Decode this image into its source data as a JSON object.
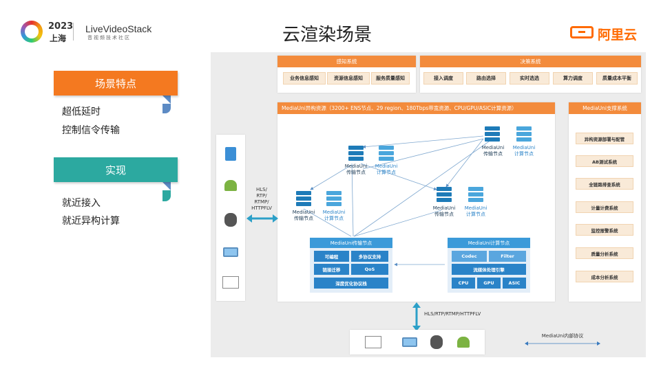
{
  "header": {
    "event_year": "2023",
    "event_city": "上海",
    "brand": "LiveVideoStack",
    "brand_sub": "音视频技术社区",
    "title": "云渲染场景",
    "company": "阿里云"
  },
  "left_panel": {
    "section1_title": "场景特点",
    "section1_items": [
      "超低延时",
      "控制信令传输"
    ],
    "section2_title": "实现",
    "section2_items": [
      "就近接入",
      "就近异构计算"
    ]
  },
  "diagram": {
    "perception": {
      "title": "感知系统",
      "items": [
        "业务信息感知",
        "资源信息感知",
        "服务质量感知"
      ]
    },
    "decision": {
      "title": "决策系统",
      "items": [
        "接入调度",
        "路由选择",
        "实时选选",
        "算力调度",
        "质量成本平衡"
      ]
    },
    "resources_title": "MediaUni异构资源（3200+ ENS节点、29 region、180Tbps带宽资源、CPU/GPU/ASIC计算资源）",
    "support": {
      "title": "MediaUni支撑系统",
      "items": [
        "异构资源部署与配管",
        "AB测试系统",
        "全链路排查系统",
        "计量计费系统",
        "监控报警系统",
        "质量分析系统",
        "成本分析系统"
      ]
    },
    "node_tx_label": "MediaUni\n传输节点",
    "node_cp_label": "MediaUni\n计算节点",
    "tx_node": {
      "title": "MediaUni传输节点",
      "cells": [
        "可编程",
        "多协议支持",
        "链接迁移",
        "QoS",
        "深度优化协议栈"
      ]
    },
    "cp_node": {
      "title": "MediaUni计算节点",
      "cells": [
        "Codec",
        "Filter",
        "流媒体处理引擎",
        "CPU",
        "GPU",
        "ASIC"
      ]
    },
    "left_protocol": "HLS/\nRTP/\nRTMP/\nHTTPFLV",
    "bottom_protocol": "HLS/RTP/RTMP/HTTPFLV",
    "internal_protocol": "MediaUni内部协议",
    "client_icons": [
      "app-icon",
      "android-icon",
      "apple-icon",
      "laptop-icon",
      "browser-icon"
    ],
    "colors": {
      "orange": "#f38b3c",
      "blue": "#2a83c8",
      "teal": "#2ca9a0"
    }
  }
}
